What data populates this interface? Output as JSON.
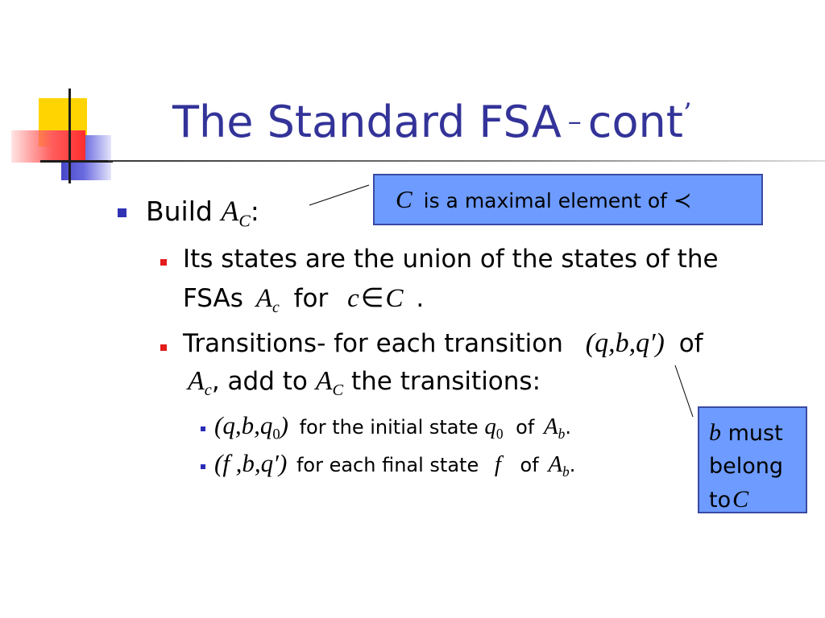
{
  "title": {
    "main": "The Standard FSA",
    "dash": "–",
    "suffix": "cont",
    "apostrophe": "’"
  },
  "bullet1": {
    "label": "Build",
    "math_A": "A",
    "math_sub": "C",
    "colon": ":"
  },
  "bullet2": {
    "line1": "Its states are the union of the states of the",
    "line2_prefix": "FSAs",
    "math_A": "A",
    "math_sub": "c",
    "for": "for",
    "math_c": "c",
    "math_in": "∈",
    "math_C": "C",
    "period": "."
  },
  "bullet3": {
    "prefix": "Transitions- for each transition",
    "tuple": "(q,b,q′)",
    "of": "of",
    "math_A1": "A",
    "math_sub1": "c",
    "comma_add": ", add to",
    "math_A2": "A",
    "math_sub2": "C",
    "suffix": "the transitions:"
  },
  "sub1": {
    "tuple": "(q,b,q",
    "tuple_sub": "0",
    "tuple_close": ")",
    "text": "for the initial state",
    "math_q": "q",
    "math_q_sub": "0",
    "of": "of",
    "math_A": "A",
    "math_sub": "b",
    "period": "."
  },
  "sub2": {
    "tuple": "(f ,b,q′)",
    "text": "for each final state",
    "math_f": "f",
    "of": "of",
    "math_A": "A",
    "math_sub": "b",
    "period": "."
  },
  "callout_top": {
    "math_C": "C",
    "text": "is a maximal element of",
    "symbol": "≺"
  },
  "callout_bottom": {
    "math_b": "b",
    "must": "must",
    "belong": "belong",
    "to": "to",
    "math_C": "C"
  },
  "colors": {
    "title": "#333399",
    "callout_fill": "#6d9bff",
    "callout_border": "#3a4aa3",
    "bullet_red": "#e31b1b",
    "bullet_blue": "#3232b4"
  }
}
